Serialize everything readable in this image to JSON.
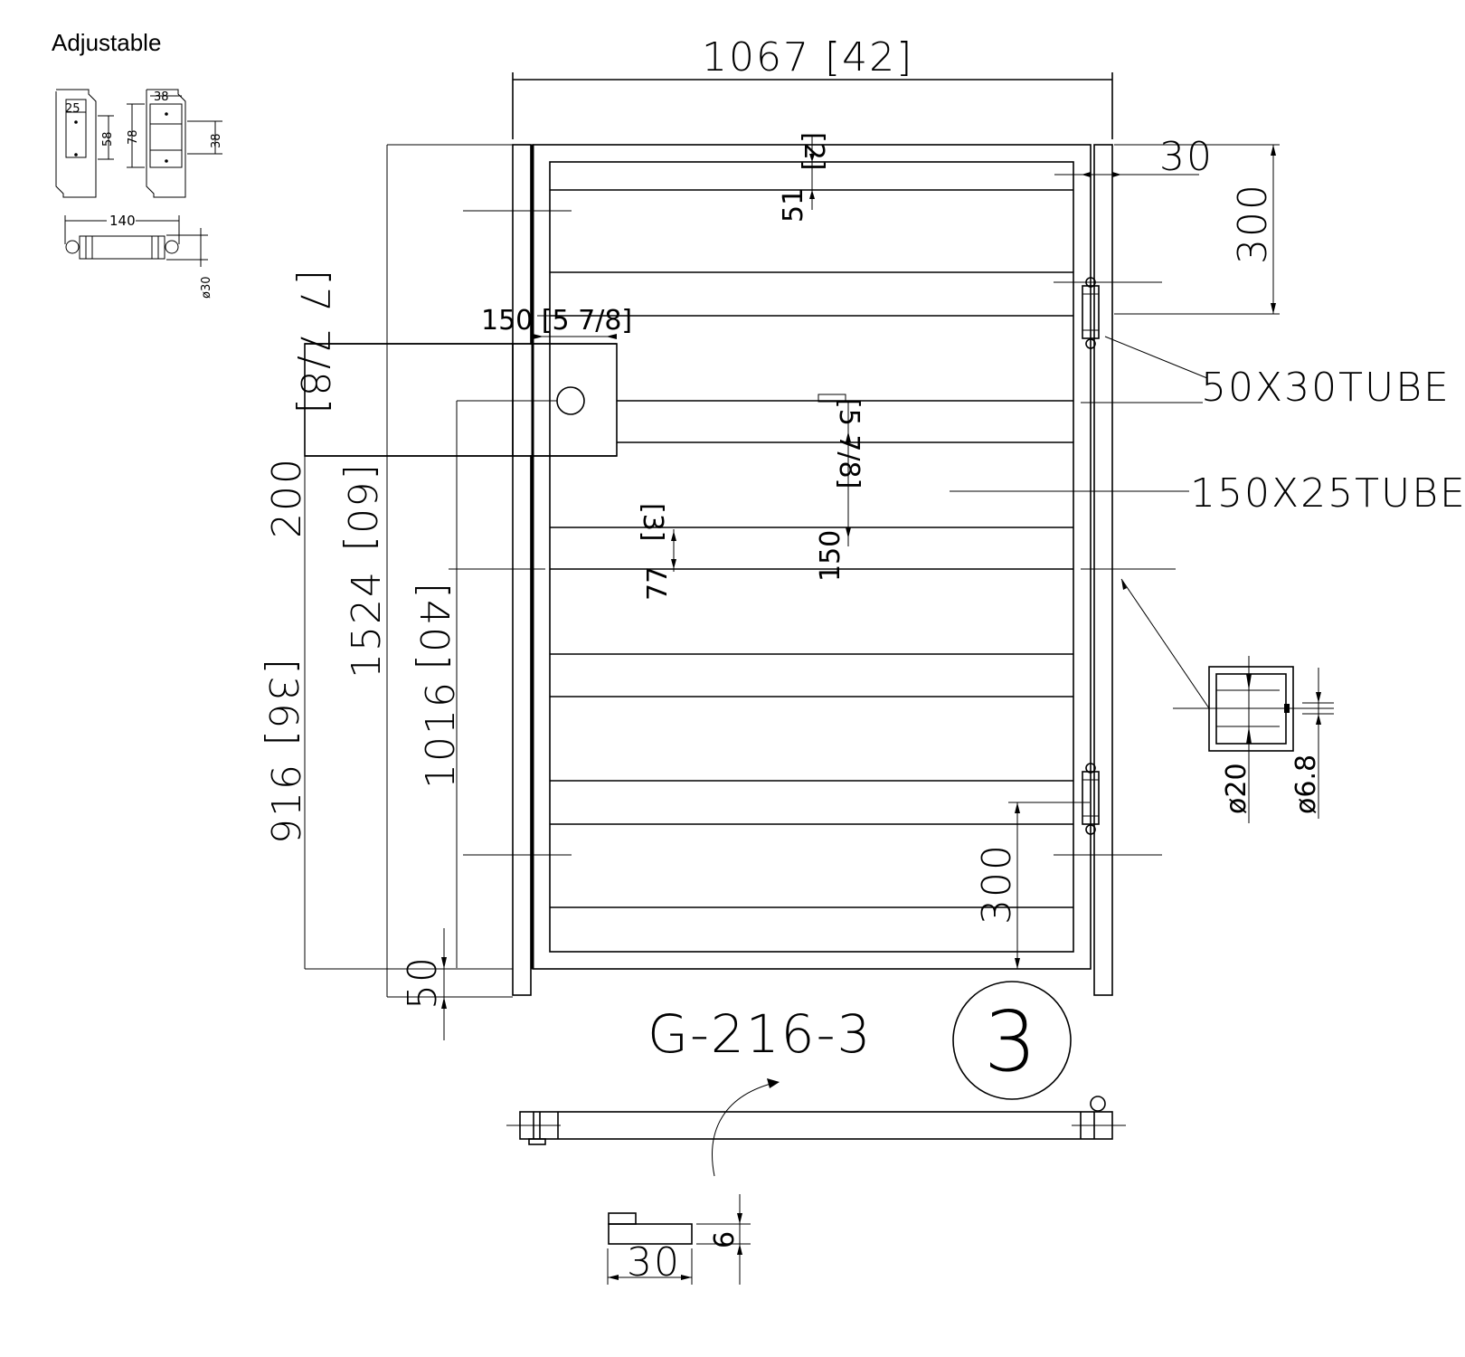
{
  "legend_title": "Adjustable",
  "detail_dims": {
    "d25": "25",
    "d58": "58",
    "d78": "78",
    "d38a": "38",
    "d38b": "38",
    "d140": "140",
    "dia30": "ø30"
  },
  "overall_width": "1067 [42]",
  "dims": {
    "top_gap": "[2]",
    "d51": "51",
    "d30_frame": "30",
    "hinge_top": "300",
    "latch_offset": "150 [5 7/8]",
    "latch_height": "[7 7/8]",
    "bar_gap_in": "[5 7/8]",
    "bar_gap_mm": "150",
    "d200": "200",
    "d1524": "1524",
    "d60": "[60]",
    "d40": "[40]",
    "d1016": "1016",
    "d77": "77",
    "d3": "[3]",
    "d36": "[36]",
    "d916": "916",
    "hinge_bottom": "300",
    "d50": "50"
  },
  "labels": {
    "tube_frame": "50X30TUBE",
    "tube_bar": "150X25TUBE"
  },
  "section": {
    "dia20": "ø20",
    "dia68": "ø6.8"
  },
  "drawing_code": "G-216-3",
  "sheet_number": "3",
  "plate": {
    "width": "30",
    "thickness": "6"
  }
}
